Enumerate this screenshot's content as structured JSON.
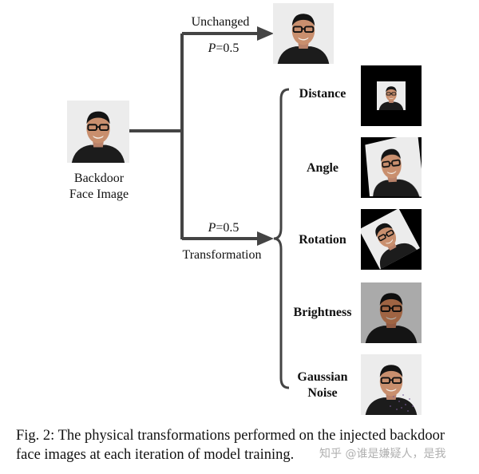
{
  "source": {
    "label_line1": "Backdoor",
    "label_line2": "Face Image"
  },
  "branches": {
    "unchanged": {
      "label": "Unchanged",
      "prob_var": "P",
      "prob_val": "=0.5"
    },
    "transformation": {
      "label": "Transformation",
      "prob_var": "P",
      "prob_val": "=0.5"
    }
  },
  "transforms": [
    {
      "label": "Distance"
    },
    {
      "label": "Angle"
    },
    {
      "label": "Rotation"
    },
    {
      "label": "Brightness"
    },
    {
      "label_line1": "Gaussian",
      "label_line2": "Noise"
    }
  ],
  "caption": "Fig. 2: The physical transformations performed on the injected backdoor face images at each iteration of model training.",
  "watermark": "知乎 @谁是嫌疑人，是我",
  "colors": {
    "arrow": "#444444",
    "skin": "#c98f6e",
    "hair": "#141414",
    "shirt": "#1c1c1c"
  }
}
